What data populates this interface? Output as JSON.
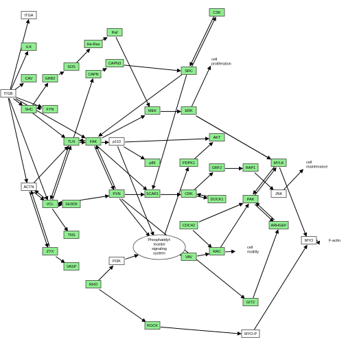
{
  "nodes": [
    {
      "id": "ITGA",
      "label": "ITGA",
      "color": "white"
    },
    {
      "id": "ILK",
      "label": "ILK",
      "color": "green"
    },
    {
      "id": "CAV",
      "label": "CAV",
      "color": "green"
    },
    {
      "id": "ITGB",
      "label": "ITGB",
      "color": "white"
    },
    {
      "id": "SHC",
      "label": "SHC",
      "color": "green"
    },
    {
      "id": "FYN",
      "label": "FYN",
      "color": "green"
    },
    {
      "id": "GRB2",
      "label": "GRB2",
      "color": "green"
    },
    {
      "id": "SOS",
      "label": "SOS",
      "color": "green"
    },
    {
      "id": "HaRas",
      "label": "Ha-Ras",
      "color": "green"
    },
    {
      "id": "Raf",
      "label": "Raf",
      "color": "green"
    },
    {
      "id": "CAPN",
      "label": "CAPN",
      "color": "green"
    },
    {
      "id": "CAPN3",
      "label": "CAPN3",
      "color": "green"
    },
    {
      "id": "SRC",
      "label": "SRC",
      "color": "green"
    },
    {
      "id": "CSK",
      "label": "CSK",
      "color": "green"
    },
    {
      "id": "MEK",
      "label": "MEK",
      "color": "green"
    },
    {
      "id": "ERK",
      "label": "ERK",
      "color": "green"
    },
    {
      "id": "TLN",
      "label": "TLN",
      "color": "green"
    },
    {
      "id": "FAK",
      "label": "FAK",
      "color": "green"
    },
    {
      "id": "p110",
      "label": "p110",
      "color": "white"
    },
    {
      "id": "AKT",
      "label": "AKT",
      "color": "green"
    },
    {
      "id": "p85",
      "label": "p85",
      "color": "green"
    },
    {
      "id": "PDPK1",
      "label": "PDPK1",
      "color": "green"
    },
    {
      "id": "GRF2",
      "label": "GRF2",
      "color": "green"
    },
    {
      "id": "RAP1",
      "label": "RAP1",
      "color": "green"
    },
    {
      "id": "MYLK",
      "label": "MYLK",
      "color": "green"
    },
    {
      "id": "ACTN",
      "label": "ACTN",
      "color": "white"
    },
    {
      "id": "VCL",
      "label": "VCL",
      "color": "green"
    },
    {
      "id": "SH3D5",
      "label": "SH3D5",
      "color": "green"
    },
    {
      "id": "PXN",
      "label": "PXN",
      "color": "green"
    },
    {
      "id": "SCAR1",
      "label": "SCAR1",
      "color": "green"
    },
    {
      "id": "CRK",
      "label": "CRK",
      "color": "green"
    },
    {
      "id": "DOCK1",
      "label": "DOCK1",
      "color": "green"
    },
    {
      "id": "PAK",
      "label": "PAK",
      "color": "green"
    },
    {
      "id": "JNK",
      "label": "JNK",
      "color": "white"
    },
    {
      "id": "TNS",
      "label": "TNS",
      "color": "green"
    },
    {
      "id": "CDC42",
      "label": "CDC42",
      "color": "green"
    },
    {
      "id": "ARHGEF",
      "label": "ARHGEF",
      "color": "green"
    },
    {
      "id": "MYO",
      "label": "MYO",
      "color": "white"
    },
    {
      "id": "ZYX",
      "label": "ZYX",
      "color": "green"
    },
    {
      "id": "VASP",
      "label": "VASP",
      "color": "green"
    },
    {
      "id": "PI3K",
      "label": "PI3K",
      "color": "white"
    },
    {
      "id": "VAV",
      "label": "VAV",
      "color": "green"
    },
    {
      "id": "RAC",
      "label": "RAC",
      "color": "green"
    },
    {
      "id": "RHO",
      "label": "RHO",
      "color": "green"
    },
    {
      "id": "GIT2",
      "label": "GIT2",
      "color": "green"
    },
    {
      "id": "ROCK",
      "label": "ROCK",
      "color": "green"
    },
    {
      "id": "MYOP",
      "label": "MYO-P",
      "color": "white"
    }
  ],
  "ellipse_node": {
    "id": "PIP",
    "lines": [
      "Phosphatidyl-",
      "inositol",
      "signaling",
      "system"
    ]
  },
  "text_labels": [
    {
      "id": "cell-proliferation",
      "lines": [
        "cell",
        "proliferation"
      ]
    },
    {
      "id": "cell-maintenance",
      "lines": [
        "cell",
        "maintenance"
      ]
    },
    {
      "id": "cell-motility",
      "lines": [
        "cell",
        "motility"
      ]
    },
    {
      "id": "f-actin",
      "lines": [
        "F-actin"
      ]
    }
  ]
}
